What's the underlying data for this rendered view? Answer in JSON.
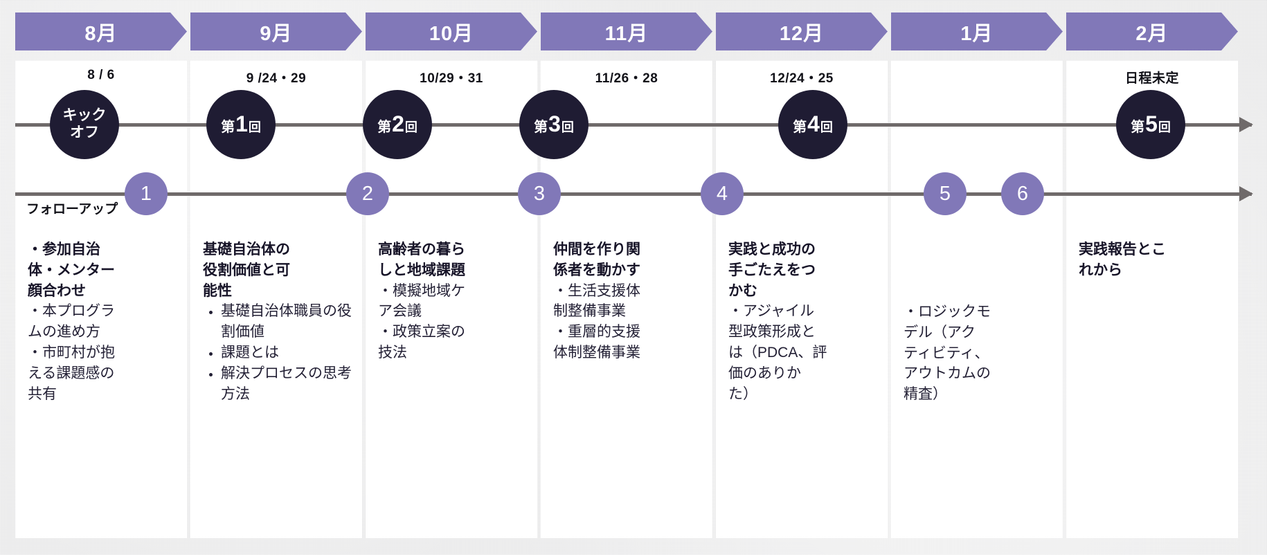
{
  "months": [
    "8月",
    "9月",
    "10月",
    "11月",
    "12月",
    "1月",
    "2月"
  ],
  "dates": [
    "8 / 6",
    "9 /24・29",
    "10/29・31",
    "11/26・28",
    "12/24・25",
    "",
    "日程未定"
  ],
  "nodes": [
    {
      "type": "kickoff",
      "line1": "キック",
      "line2": "オフ"
    },
    {
      "type": "session",
      "prefix": "第",
      "num": "1",
      "suffix": "回"
    },
    {
      "type": "session",
      "prefix": "第",
      "num": "2",
      "suffix": "回"
    },
    {
      "type": "session",
      "prefix": "第",
      "num": "3",
      "suffix": "回"
    },
    {
      "type": "session",
      "prefix": "第",
      "num": "4",
      "suffix": "回"
    },
    {
      "type": "session",
      "prefix": "第",
      "num": "5",
      "suffix": "回"
    }
  ],
  "followup": {
    "label": "フォローアップ",
    "numbers": [
      "1",
      "2",
      "3",
      "4",
      "5",
      "6"
    ]
  },
  "columns": [
    {
      "heading": [
        "・参加自治",
        "体・メンター",
        "顔合わせ"
      ],
      "bullet_style": "dot",
      "lines": [
        "・本プログラ",
        "ムの進め方",
        "・市町村が抱",
        "える課題感の",
        "共有"
      ]
    },
    {
      "heading": [
        "基礎自治体の",
        "役割価値と可",
        "能性"
      ],
      "bullet_style": "ul",
      "items": [
        "基礎自治体職員の役割価値",
        "課題とは",
        "解決プロセスの思考方法"
      ]
    },
    {
      "heading": [
        "高齢者の暮ら",
        "しと地域課題"
      ],
      "bullet_style": "dot",
      "lines": [
        "・模擬地域ケ",
        "ア会議",
        "・政策立案の",
        "技法"
      ]
    },
    {
      "heading": [
        "仲間を作り関",
        "係者を動かす"
      ],
      "bullet_style": "dot",
      "lines": [
        "・生活支援体",
        "制整備事業",
        "・重層的支援",
        "体制整備事業"
      ]
    },
    {
      "heading": [
        "実践と成功の",
        "手ごたえをつ",
        "かむ"
      ],
      "bullet_style": "dot",
      "lines": [
        "・アジャイル",
        "型政策形成と",
        "は（PDCA、評",
        "価のありか",
        "た）"
      ]
    },
    {
      "heading": [],
      "bullet_style": "dot",
      "lines": [
        "・ロジックモ",
        "デル（アク",
        "ティビティ、",
        "アウトカムの",
        "精査）"
      ]
    },
    {
      "heading": [
        "実践報告とこ",
        "れから"
      ],
      "bullet_style": "dot",
      "lines": []
    }
  ],
  "colors": {
    "accent_purple": "#8178b8",
    "node_navy": "#1f1c33",
    "line_grey": "#6f6a6a",
    "card_white": "#ffffff",
    "backdrop": "#e9e9ea"
  }
}
